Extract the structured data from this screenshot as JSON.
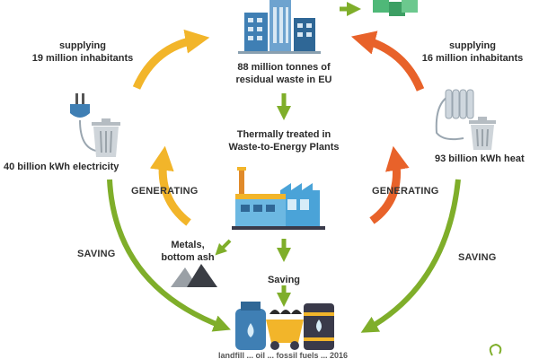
{
  "center": {
    "residual_waste": "88 million tonnes of\nresidual waste in EU",
    "treatment": "Thermally treated in\nWaste-to-Energy Plants",
    "metals": "Metals,\nbottom ash",
    "saving": "Saving"
  },
  "left": {
    "supplying": "supplying\n19 million inhabitants",
    "electricity": "40 billion kWh electricity",
    "generating": "GENERATING",
    "saving": "SAVING"
  },
  "right": {
    "supplying": "supplying\n16 million inhabitants",
    "heat": "93 billion kWh heat",
    "generating": "GENERATING",
    "saving": "SAVING"
  },
  "bottom": {
    "caption_fragment": "landfill  ...  oil  ...  fossil fuels  ...  2016"
  },
  "colors": {
    "yellow_arrow": "#f2b52a",
    "orange_arrow": "#e8622a",
    "green_arrow": "#7fae2a",
    "building_blue": "#3f7fb4",
    "factory_blue": "#4aa3d8",
    "bin_green": "#4fb878",
    "fuel_dark": "#3a3a4a"
  },
  "icons": [
    "city-buildings-icon",
    "recycling-bins-icon",
    "power-plug-icon",
    "trash-bin-icon",
    "radiator-icon",
    "factory-icon",
    "ash-pile-icon",
    "fuel-barrels-icon",
    "logo-swirl-icon"
  ]
}
